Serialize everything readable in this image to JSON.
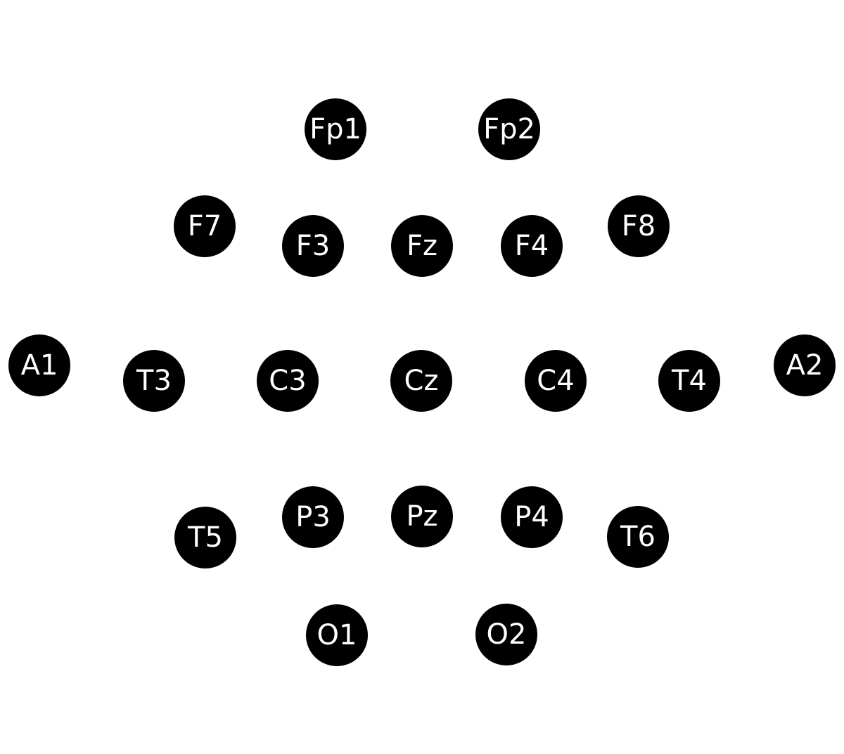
{
  "colors": {
    "background": "#ffffff",
    "electrode_fill": "#000000",
    "label_text": "#ffffff"
  },
  "electrodes": [
    {
      "label": "Fp1"
    },
    {
      "label": "Fp2"
    },
    {
      "label": "F7"
    },
    {
      "label": "F3"
    },
    {
      "label": "Fz"
    },
    {
      "label": "F4"
    },
    {
      "label": "F8"
    },
    {
      "label": "A1"
    },
    {
      "label": "T3"
    },
    {
      "label": "C3"
    },
    {
      "label": "Cz"
    },
    {
      "label": "C4"
    },
    {
      "label": "T4"
    },
    {
      "label": "A2"
    },
    {
      "label": "T5"
    },
    {
      "label": "P3"
    },
    {
      "label": "Pz"
    },
    {
      "label": "P4"
    },
    {
      "label": "T6"
    },
    {
      "label": "O1"
    },
    {
      "label": "O2"
    }
  ]
}
